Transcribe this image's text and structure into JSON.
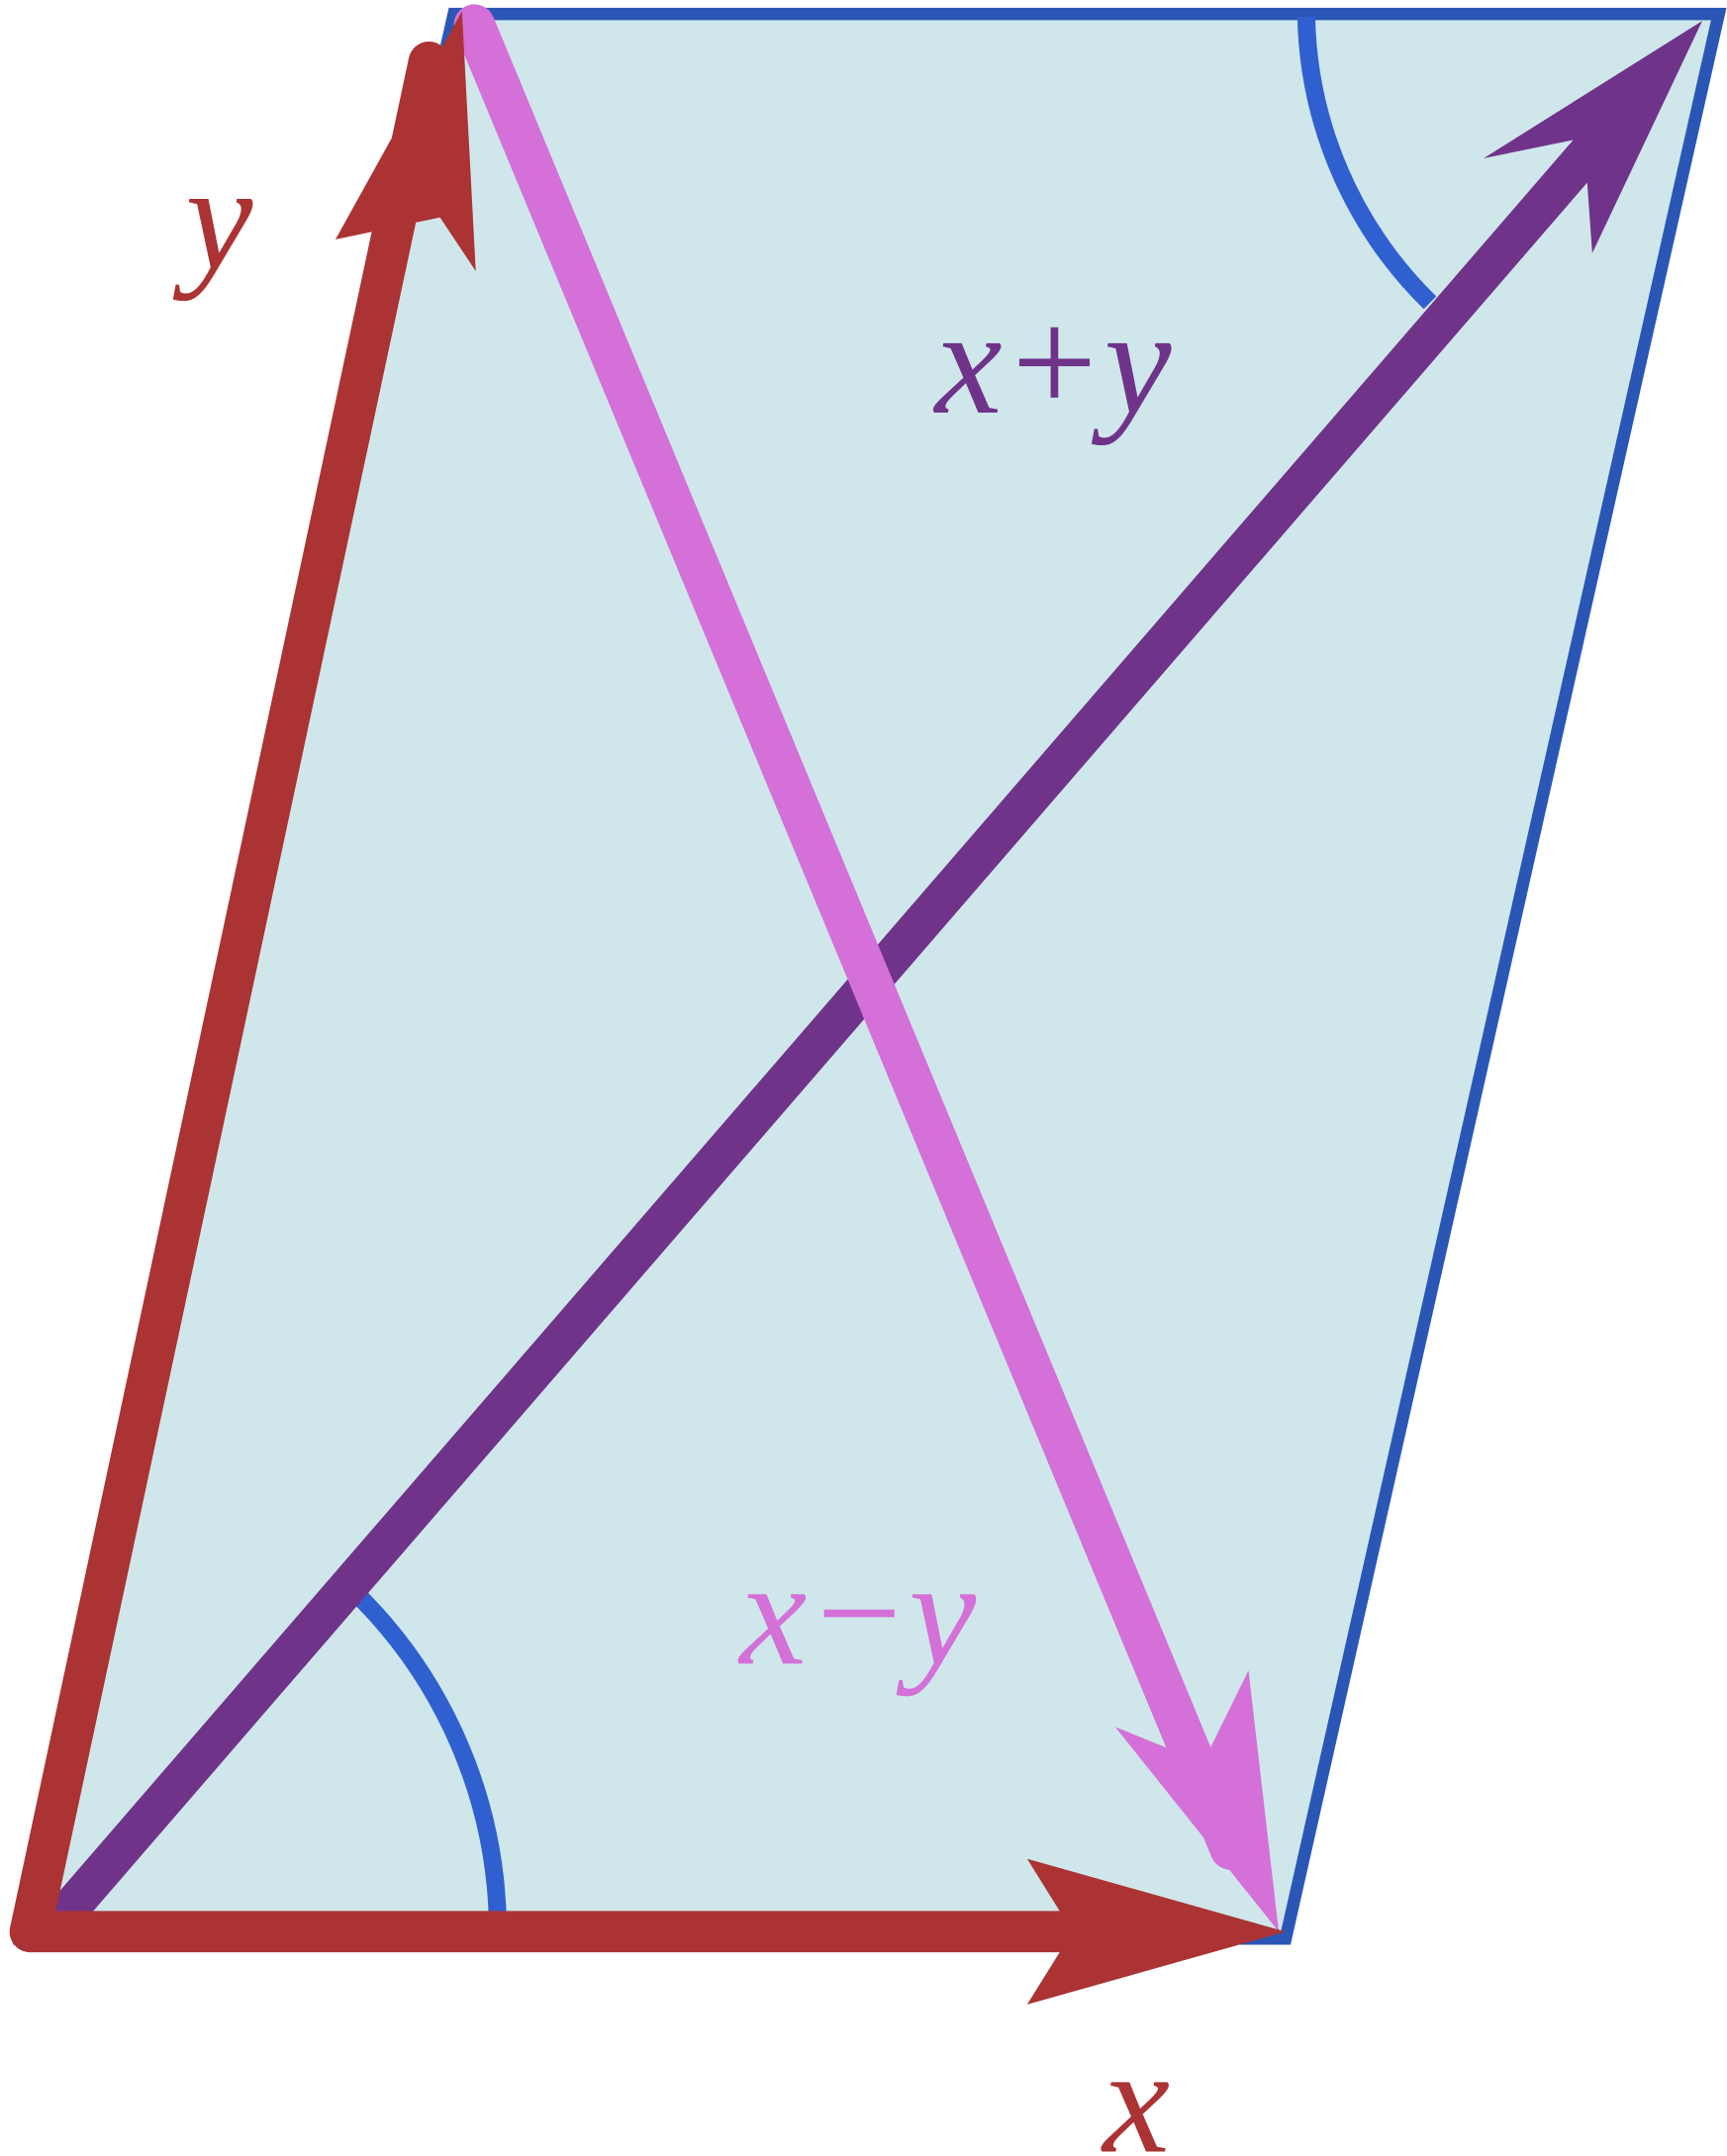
{
  "labels": {
    "x": "x",
    "y": "y",
    "sum": "x+y",
    "difference": "x−y"
  },
  "colors": {
    "parallelogram_fill": "#cfe7eb",
    "parallelogram_stroke": "#2a57b5",
    "angle_arc": "#3060cf",
    "vector_x": "#ab3333",
    "vector_y": "#ab3333",
    "vector_sum": "#70338a",
    "vector_difference": "#d470d8"
  }
}
